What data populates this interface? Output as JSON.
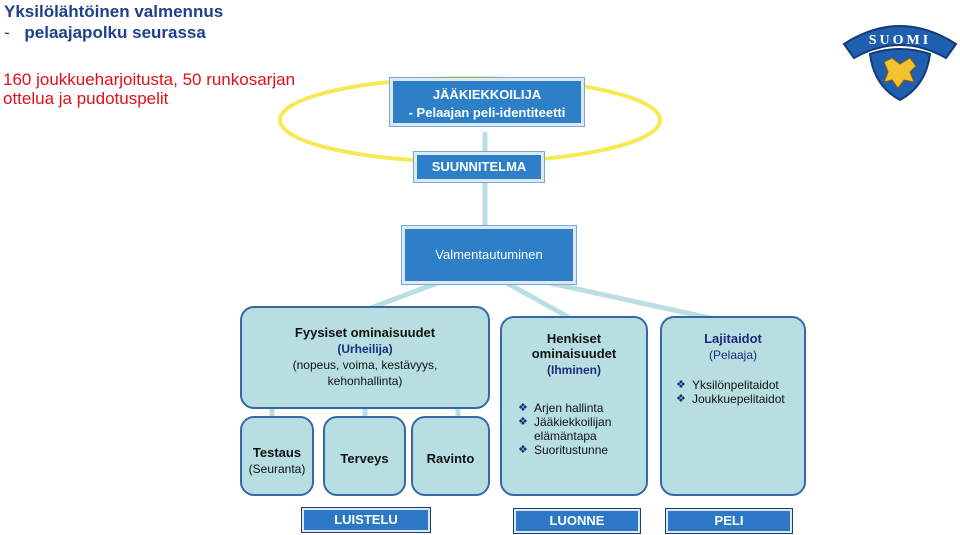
{
  "header": {
    "title_line1": "Yksilölähtöinen valmennus",
    "title_line2_dash": "-",
    "title_line2": "pelaajapolku seurassa"
  },
  "note": {
    "line1": "160 joukkueharjoitusta, 50 runkosarjan",
    "line2": "ottelua ja pudotuspelit"
  },
  "logo": {
    "text": "SUOMI",
    "icon": "lion-shield-icon"
  },
  "top_box": {
    "line1": "JÄÄKIEKKOILIJA",
    "line2": "- Pelaajan peli-identiteetti"
  },
  "plan_box": {
    "label": "SUUNNITELMA"
  },
  "coaching_box": {
    "label": "Valmentautuminen"
  },
  "physical": {
    "title": "Fyysiset ominaisuudet",
    "subtitle": "(Urheilija)",
    "detail_line1": "(nopeus, voima, kestävyys,",
    "detail_line2": "kehonhallinta)"
  },
  "testing": {
    "title": "Testaus",
    "subtitle": "(Seuranta)"
  },
  "health": {
    "title": "Terveys"
  },
  "nutrition": {
    "title": "Ravinto"
  },
  "personal": {
    "title_line1": "Henkiset",
    "title_line2": "ominaisuudet",
    "subtitle": "(Ihminen)",
    "items": [
      "Arjen hallinta",
      "Jääkiekkoilijan elämäntapa",
      "Suoritustunne"
    ]
  },
  "skills": {
    "title": "Lajitaidot",
    "subtitle": "(Pelaaja)",
    "items": [
      "Yksilönpelitaidot",
      "Joukkuepelitaidot"
    ]
  },
  "bottom": {
    "skating": "LUISTELU",
    "luonne": "LUONNE",
    "game": "PELI"
  },
  "colors": {
    "title_blue": "#1f3f8f",
    "note_red": "#e0101a",
    "box_blue": "#2d7fc8",
    "box_light": "#b7dfe2",
    "ellipse_yellow": "#f6ea54"
  }
}
